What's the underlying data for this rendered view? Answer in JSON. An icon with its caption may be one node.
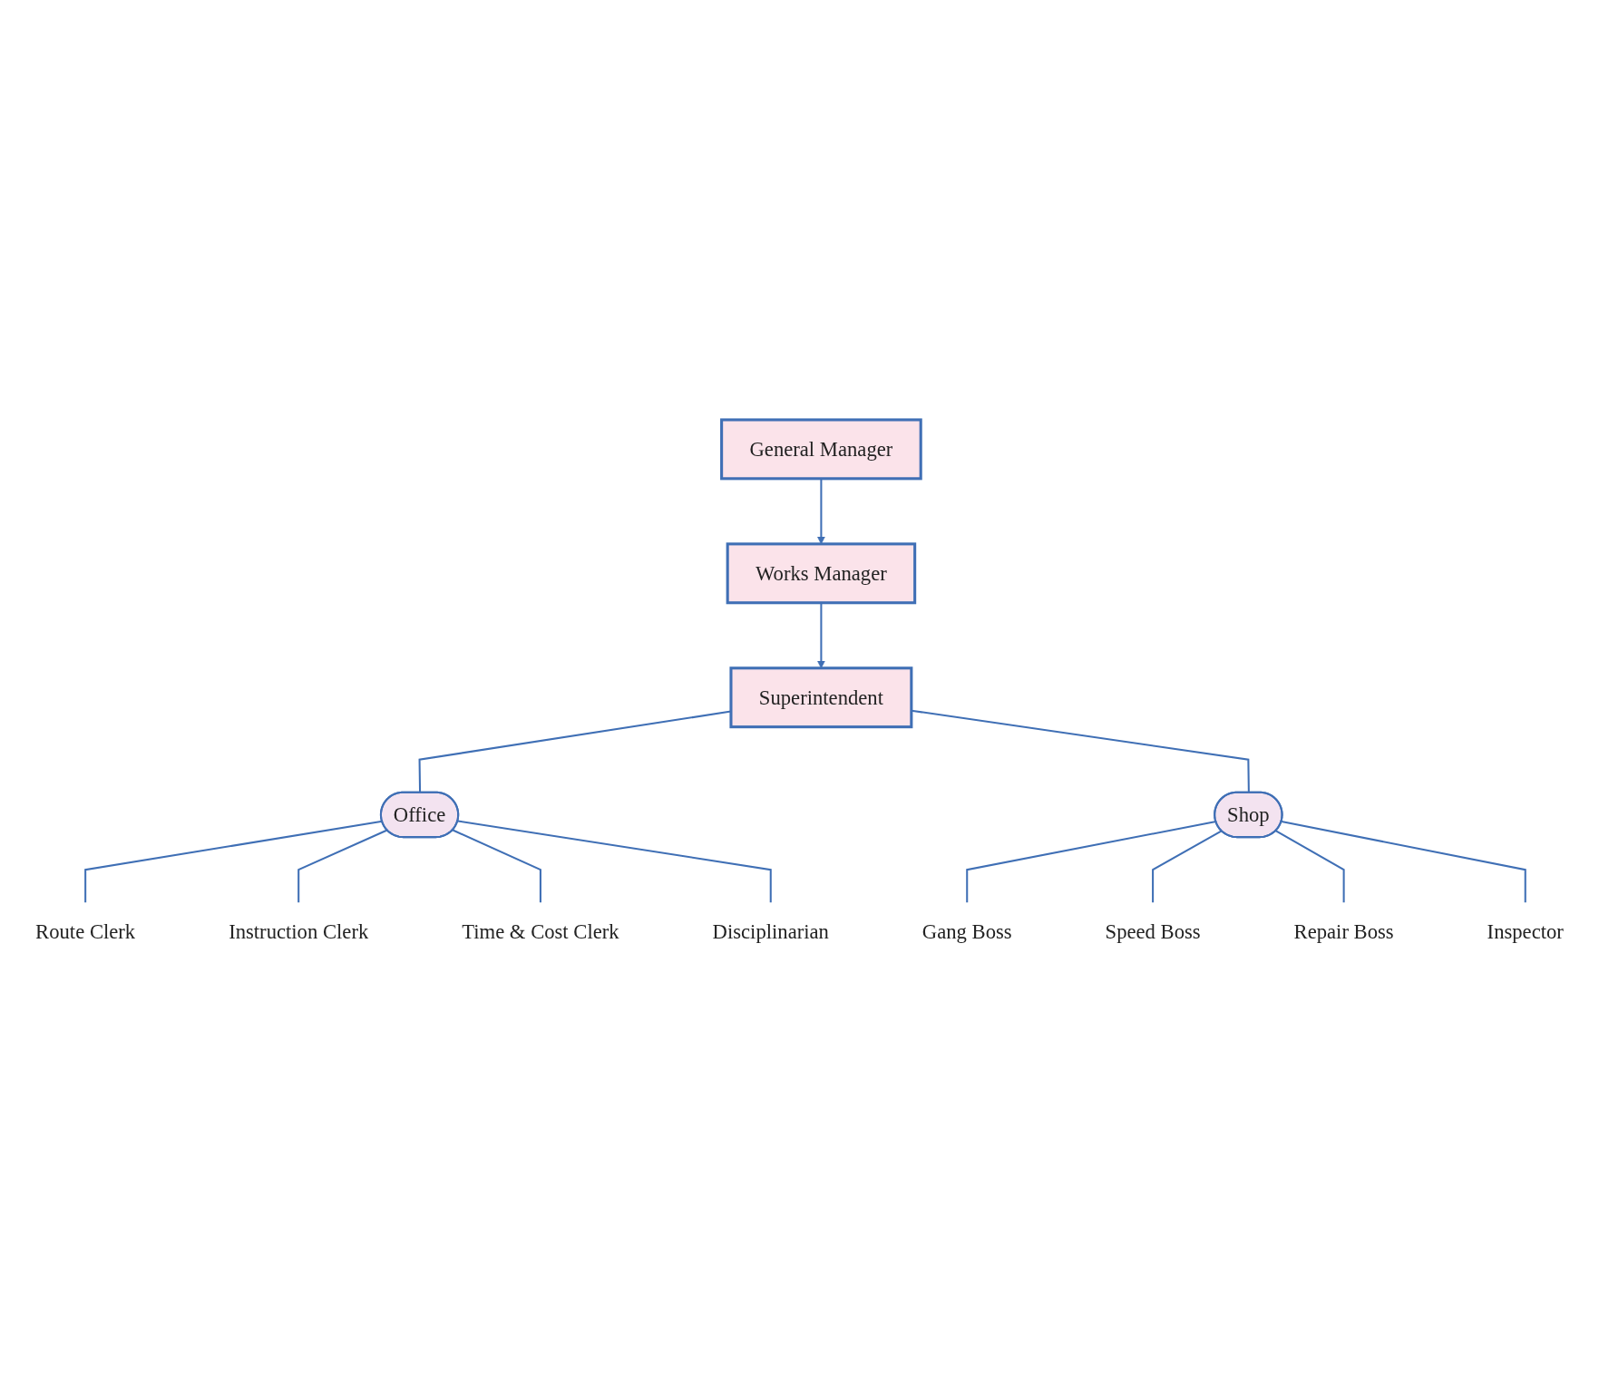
{
  "diagram": {
    "nodes": [
      {
        "text": [
          "General Manager"
        ]
      },
      {
        "text": [
          "Works Manager"
        ]
      },
      {
        "text": [
          "Superintendent"
        ]
      },
      {
        "text": [
          "Office"
        ]
      },
      {
        "text": [
          "Shop"
        ]
      },
      {
        "text": [
          "Route Clerk"
        ]
      },
      {
        "text": [
          "Instruction Clerk"
        ]
      },
      {
        "text": [
          "Time & Cost Clerk"
        ]
      },
      {
        "text": [
          "Disciplinarian"
        ]
      },
      {
        "text": [
          "Gang Boss"
        ]
      },
      {
        "text": [
          "Speed Boss"
        ]
      },
      {
        "text": [
          "Repair Boss"
        ]
      },
      {
        "text": [
          "Inspector"
        ]
      }
    ],
    "edges": [
      {
        "from": 0,
        "to": 1,
        "arrow": "to"
      },
      {
        "from": 1,
        "to": 2,
        "arrow": "to"
      },
      {
        "from": 2,
        "to": 3,
        "arrow": "none"
      },
      {
        "from": 2,
        "to": 4,
        "arrow": "none"
      },
      {
        "from": 3,
        "to": 5,
        "arrow": "none"
      },
      {
        "from": 3,
        "to": 6,
        "arrow": "none"
      },
      {
        "from": 3,
        "to": 7,
        "arrow": "none"
      },
      {
        "from": 3,
        "to": 8,
        "arrow": "none"
      },
      {
        "from": 4,
        "to": 9,
        "arrow": "none"
      },
      {
        "from": 4,
        "to": 10,
        "arrow": "none"
      },
      {
        "from": 4,
        "to": 11,
        "arrow": "none"
      },
      {
        "from": 4,
        "to": 12,
        "arrow": "none"
      }
    ]
  }
}
